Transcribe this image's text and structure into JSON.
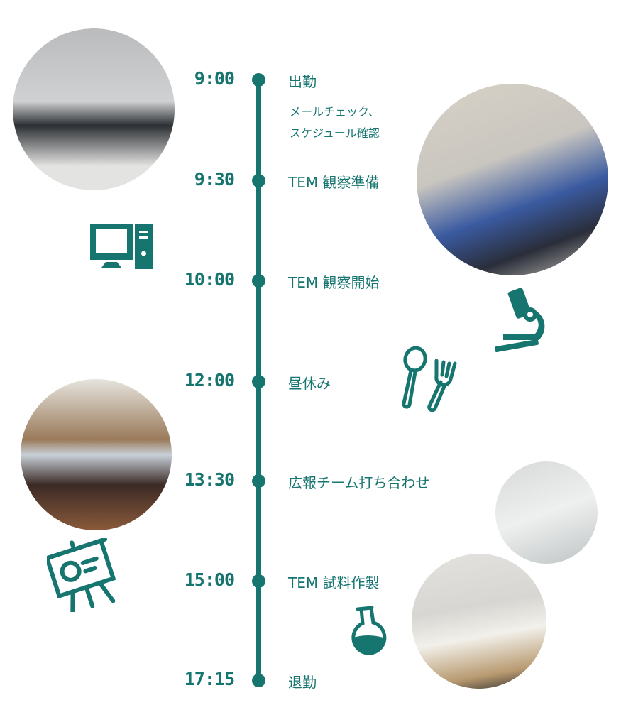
{
  "accent_color": "#177570",
  "schedule": [
    {
      "time": "9:00",
      "label": "出勤",
      "note_lines": [
        "メールチェック、",
        "スケジュール確認"
      ]
    },
    {
      "time": "9:30",
      "label": "TEM 観察準備"
    },
    {
      "time": "10:00",
      "label": "TEM 観察開始"
    },
    {
      "time": "12:00",
      "label": "昼休み"
    },
    {
      "time": "13:30",
      "label": "広報チーム打ち合わせ"
    },
    {
      "time": "15:00",
      "label": "TEM 試料作製"
    },
    {
      "time": "17:15",
      "label": "退勤"
    }
  ],
  "icons": [
    "computer-icon",
    "microscope-icon",
    "spoon-fork-icon",
    "presentation-icon",
    "flask-icon"
  ]
}
